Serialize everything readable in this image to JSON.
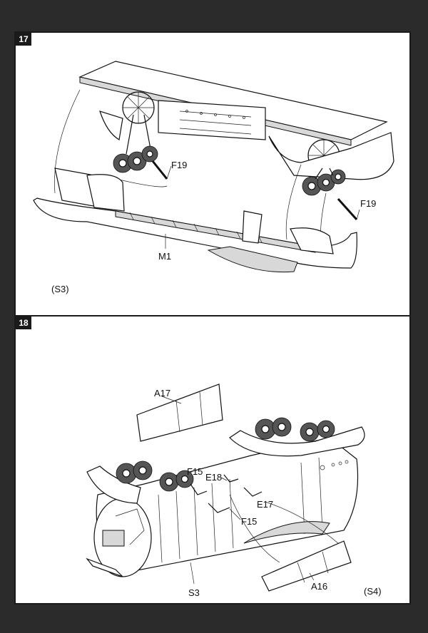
{
  "step17": {
    "number": "17",
    "labels": {
      "f19_left": "F19",
      "f19_right": "F19",
      "m1": "M1"
    },
    "reference": "(S3)"
  },
  "step18": {
    "number": "18",
    "labels": {
      "a17": "A17",
      "f15_top": "F15",
      "e18": "E18",
      "e17": "E17",
      "f15_bottom": "F15",
      "s3": "S3",
      "a16": "A16"
    },
    "reference": "(S4)"
  },
  "colors": {
    "background": "#2b2b2b",
    "page": "#ffffff",
    "ink": "#111111"
  }
}
